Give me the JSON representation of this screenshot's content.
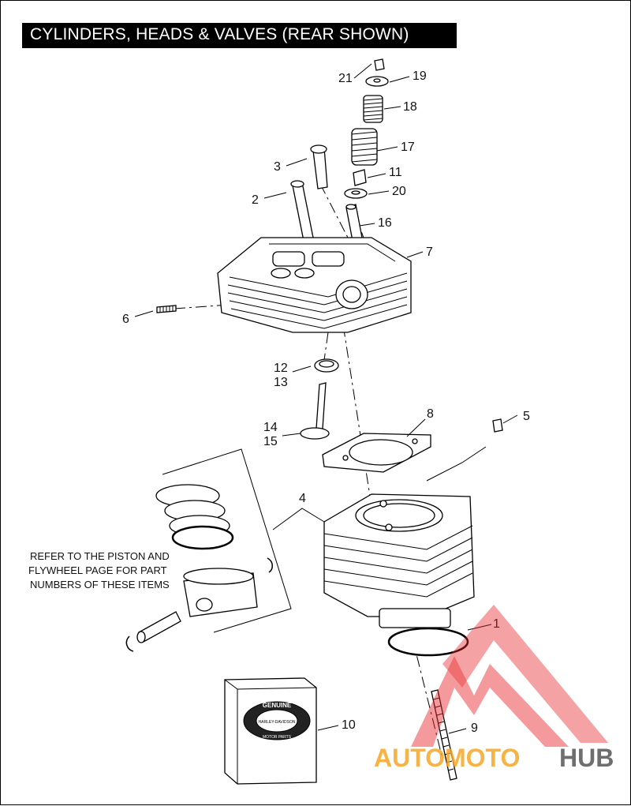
{
  "title": "CYLINDERS, HEADS & VALVES (REAR SHOWN)",
  "callouts": {
    "c1": "1",
    "c2": "2",
    "c3": "3",
    "c4": "4",
    "c5": "5",
    "c6": "6",
    "c7": "7",
    "c8": "8",
    "c9": "9",
    "c10": "10",
    "c11": "11",
    "c12": "12",
    "c13": "13",
    "c14": "14",
    "c15": "15",
    "c16": "16",
    "c17": "17",
    "c18": "18",
    "c19": "19",
    "c20": "20",
    "c21": "21"
  },
  "note_lines": [
    "REFER TO THE PISTON AND",
    "FLYWHEEL PAGE FOR PART",
    "NUMBERS OF THESE ITEMS"
  ],
  "logo_box": {
    "top": "GENUINE",
    "middle": "HARLEY-DAVIDSON",
    "bottom": "MOTOR PARTS"
  },
  "watermark": {
    "auto": "AUTO",
    "moto": "MOTO",
    "hub": "HUB",
    "colors": {
      "red": "#e8262a",
      "orange": "#f6a623",
      "gray": "#555555"
    }
  }
}
